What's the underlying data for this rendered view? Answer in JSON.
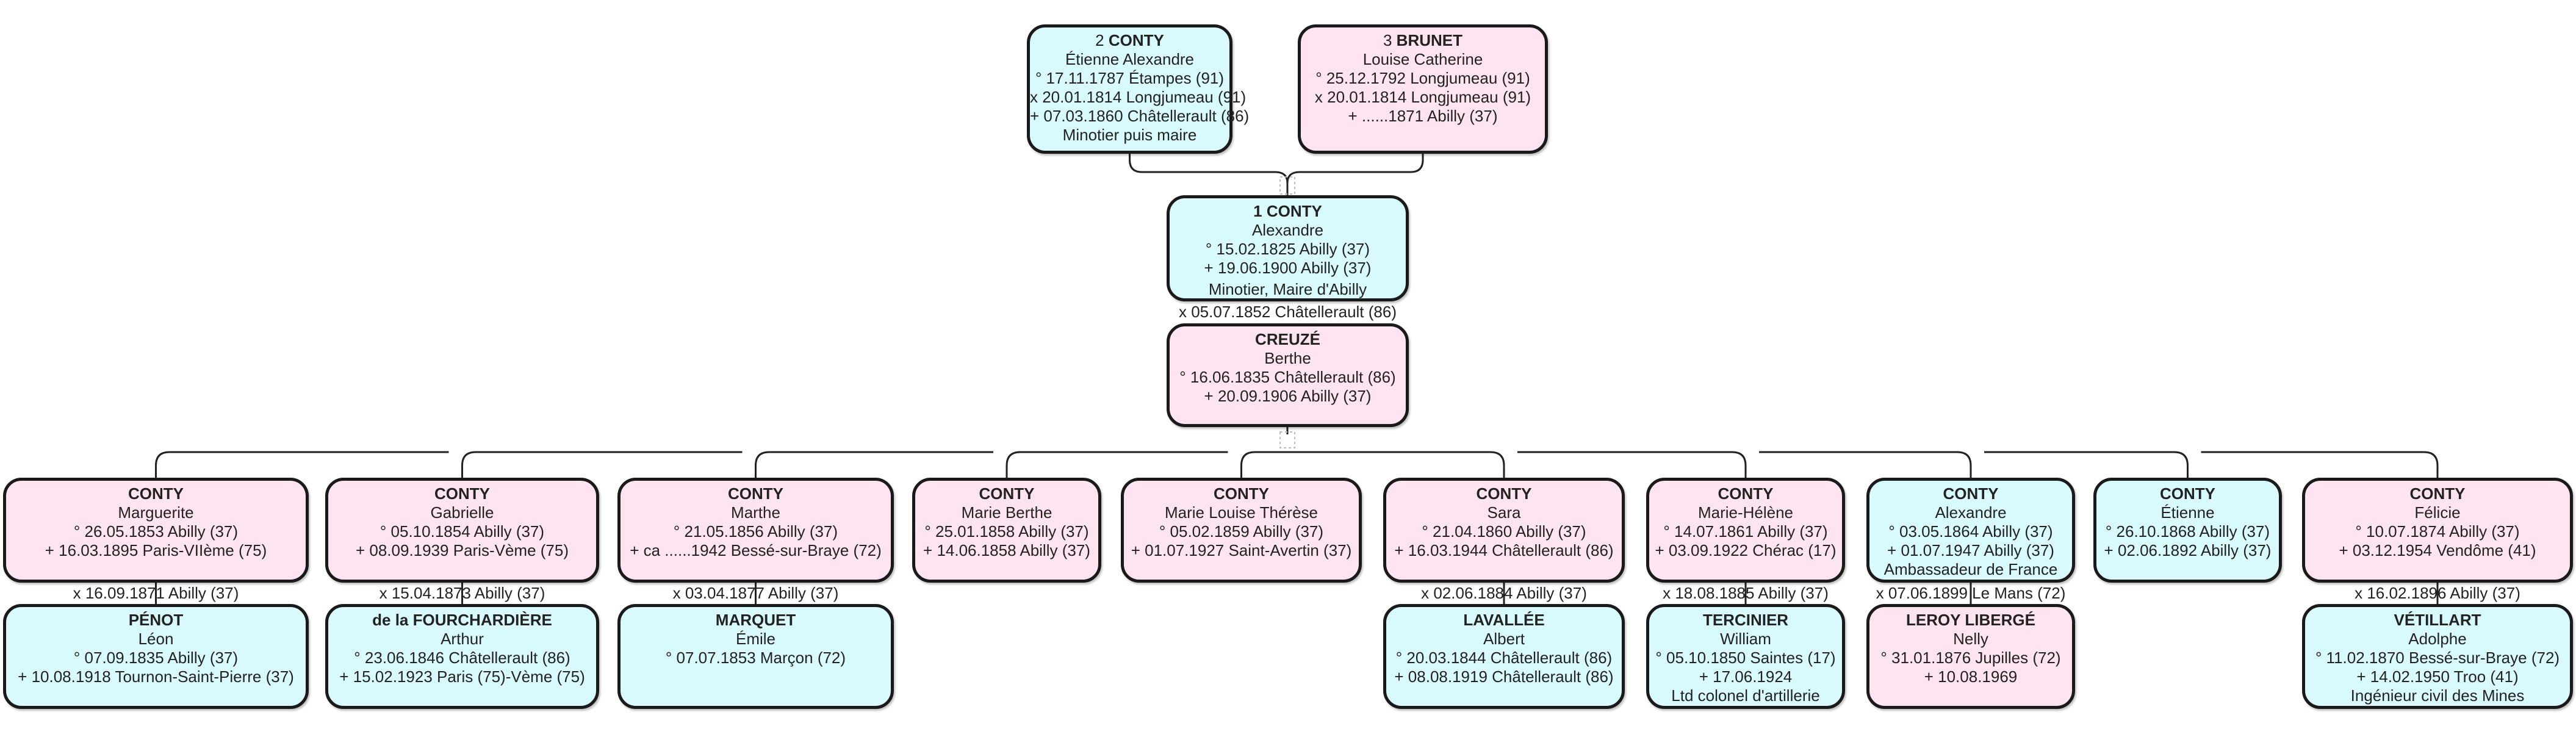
{
  "colors": {
    "male": "#d8fafd",
    "female": "#fde4f0",
    "border": "#1a1a1a"
  },
  "ancestors": {
    "father": {
      "sosa": "2",
      "surname": "CONTY",
      "given": "Étienne Alexandre",
      "sex": "male",
      "lines": [
        "° 17.11.1787 Étampes (91)",
        "x 20.01.1814 Longjumeau (91)",
        "+ 07.03.1860 Châtellerault (86)",
        "Minotier puis maire"
      ]
    },
    "mother": {
      "sosa": "3",
      "surname": "BRUNET",
      "given": "Louise Catherine",
      "sex": "female",
      "lines": [
        "° 25.12.1792 Longjumeau (91)",
        "x 20.01.1814 Longjumeau (91)",
        "+ ......1871 Abilly (37)"
      ]
    }
  },
  "root": {
    "sosa": "1",
    "surname": "CONTY",
    "given": "Alexandre",
    "sex": "male",
    "lines": [
      "° 15.02.1825 Abilly (37)",
      "+ 19.06.1900 Abilly (37)",
      "Minotier, Maire d'Abilly"
    ]
  },
  "root_marriage": "x 05.07.1852 Châtellerault (86)",
  "root_spouse": {
    "surname": "CREUZÉ",
    "given": "Berthe",
    "sex": "female",
    "lines": [
      "° 16.06.1835 Châtellerault (86)",
      "+ 20.09.1906 Abilly (37)"
    ]
  },
  "children": [
    {
      "surname": "CONTY",
      "given": "Marguerite",
      "sex": "female",
      "lines": [
        "° 26.05.1853 Abilly (37)",
        "+ 16.03.1895 Paris-VIIème (75)"
      ],
      "marriage": "x 16.09.1871 Abilly (37)",
      "spouse": {
        "surname": "PÉNOT",
        "given": "Léon",
        "sex": "male",
        "lines": [
          "° 07.09.1835 Abilly (37)",
          "+ 10.08.1918 Tournon-Saint-Pierre (37)"
        ]
      }
    },
    {
      "surname": "CONTY",
      "given": "Gabrielle",
      "sex": "female",
      "lines": [
        "° 05.10.1854 Abilly (37)",
        "+ 08.09.1939 Paris-Vème (75)"
      ],
      "marriage": "x 15.04.1873 Abilly (37)",
      "spouse": {
        "surname": "de la FOURCHARDIÈRE",
        "given": "Arthur",
        "sex": "male",
        "lines": [
          "° 23.06.1846 Châtellerault (86)",
          "+ 15.02.1923 Paris (75)-Vème (75)"
        ]
      }
    },
    {
      "surname": "CONTY",
      "given": "Marthe",
      "sex": "female",
      "lines": [
        "° 21.05.1856 Abilly (37)",
        "+ ca ......1942 Bessé-sur-Braye (72)"
      ],
      "marriage": "x 03.04.1877 Abilly (37)",
      "spouse": {
        "surname": "MARQUET",
        "given": "Émile",
        "sex": "male",
        "lines": [
          "° 07.07.1853 Marçon (72)"
        ]
      }
    },
    {
      "surname": "CONTY",
      "given": "Marie Berthe",
      "sex": "female",
      "lines": [
        "° 25.01.1858 Abilly (37)",
        "+ 14.06.1858 Abilly (37)"
      ]
    },
    {
      "surname": "CONTY",
      "given": "Marie Louise Thérèse",
      "sex": "female",
      "lines": [
        "° 05.02.1859 Abilly (37)",
        "+ 01.07.1927 Saint-Avertin (37)"
      ]
    },
    {
      "surname": "CONTY",
      "given": "Sara",
      "sex": "female",
      "lines": [
        "° 21.04.1860 Abilly (37)",
        "+ 16.03.1944 Châtellerault (86)"
      ],
      "marriage": "x 02.06.1884 Abilly (37)",
      "spouse": {
        "surname": "LAVALLÉE",
        "given": "Albert",
        "sex": "male",
        "lines": [
          "° 20.03.1844 Châtellerault (86)",
          "+ 08.08.1919 Châtellerault (86)"
        ]
      }
    },
    {
      "surname": "CONTY",
      "given": "Marie-Hélène",
      "sex": "female",
      "lines": [
        "° 14.07.1861 Abilly (37)",
        "+ 03.09.1922 Chérac (17)"
      ],
      "marriage": "x 18.08.1885 Abilly (37)",
      "spouse": {
        "surname": "TERCINIER",
        "given": "William",
        "sex": "male",
        "lines": [
          "° 05.10.1850 Saintes (17)",
          "+ 17.06.1924",
          "Ltd colonel d'artillerie"
        ]
      }
    },
    {
      "surname": "CONTY",
      "given": "Alexandre",
      "sex": "male",
      "lines": [
        "° 03.05.1864 Abilly (37)",
        "+ 01.07.1947 Abilly (37)",
        "Ambassadeur de France"
      ],
      "marriage": "x 07.06.1899 Le Mans (72)",
      "spouse": {
        "surname": "LEROY LIBERGÉ",
        "given": "Nelly",
        "sex": "female",
        "lines": [
          "° 31.01.1876 Jupilles (72)",
          "+ 10.08.1969"
        ]
      }
    },
    {
      "surname": "CONTY",
      "given": "Étienne",
      "sex": "male",
      "lines": [
        "° 26.10.1868 Abilly (37)",
        "+ 02.06.1892 Abilly (37)"
      ]
    },
    {
      "surname": "CONTY",
      "given": "Félicie",
      "sex": "female",
      "lines": [
        "° 10.07.1874 Abilly (37)",
        "+ 03.12.1954 Vendôme (41)"
      ],
      "marriage": "x 16.02.1896 Abilly (37)",
      "spouse": {
        "surname": "VÉTILLART",
        "given": "Adolphe",
        "sex": "male",
        "lines": [
          "° 11.02.1870 Bessé-sur-Braye (72)",
          "+ 14.02.1950 Troo (41)",
          "Ingénieur civil des Mines"
        ]
      }
    }
  ]
}
